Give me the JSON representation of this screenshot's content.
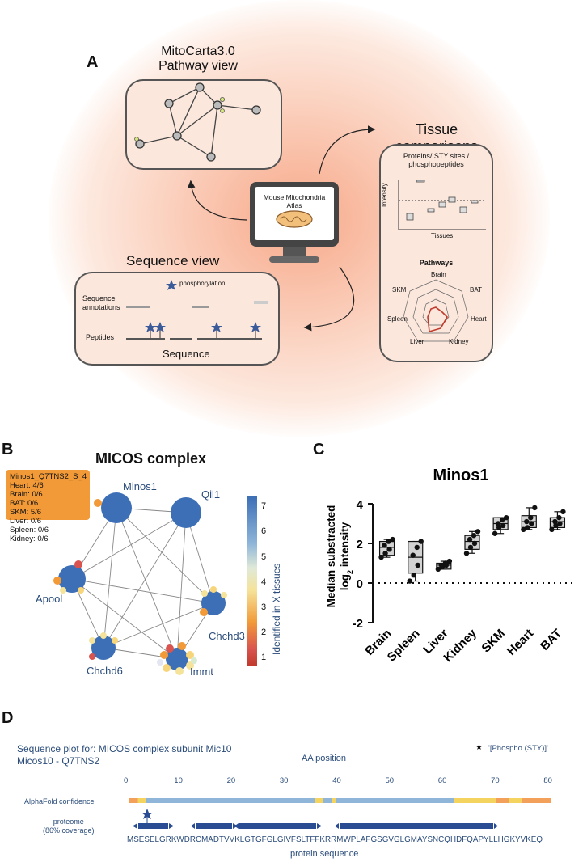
{
  "panels": {
    "a": "A",
    "b": "B",
    "c": "C",
    "d": "D"
  },
  "panel_a": {
    "pathway_title_line1": "MitoCarta3.0",
    "pathway_title_line2": "Pathway view",
    "tissue_title_line1": "Tissue",
    "tissue_title_line2": "comparisons",
    "tissue_box_title": "Proteins/ STY sites /",
    "tissue_box_title2": "phosphopeptides",
    "intensity_label": "Intensity",
    "tissues_label": "Tissues",
    "pathways_label": "Pathways",
    "radar_labels": [
      "Brain",
      "BAT",
      "Heart",
      "Kidney",
      "Liver",
      "Spleen",
      "SKM"
    ],
    "monitor_line1": "Mouse Mitochondria",
    "monitor_line2": "Atlas",
    "sequence_view_title": "Sequence view",
    "phosphorylation_label": "phosphorylation",
    "seq_annotations_line1": "Sequence",
    "seq_annotations_line2": "annotations",
    "peptides_label": "Peptides",
    "sequence_label": "Sequence"
  },
  "panel_b": {
    "title": "MICOS complex",
    "tooltip": [
      "Minos1_Q7TNS2_S_4",
      "Heart: 4/6",
      "Brain: 0/6",
      "BAT: 0/6",
      "SKM: 5/6",
      "Liver: 0/6",
      "Spleen: 0/6",
      "Kidney: 0/6"
    ],
    "nodes": [
      "Minos1",
      "Qil1",
      "Apool",
      "Chchd3",
      "Chchd6",
      "Immt"
    ],
    "colorbar_label": "Identified in X tissues",
    "colorbar_ticks": [
      "1",
      "2",
      "3",
      "4",
      "5",
      "6",
      "7"
    ]
  },
  "chart_data": {
    "type": "box",
    "title": "Minos1",
    "ylabel": "Median substracted log2 intensity",
    "ylim": [
      -2,
      4
    ],
    "yticks": [
      -2,
      0,
      2,
      4
    ],
    "categories": [
      "Brain",
      "Spleen",
      "Liver",
      "Kidney",
      "SKM",
      "Heart",
      "BAT"
    ],
    "boxes": [
      {
        "q1": 1.4,
        "median": 1.8,
        "q3": 2.1,
        "min": 1.3,
        "max": 2.2
      },
      {
        "q1": 0.5,
        "median": 1.3,
        "q3": 2.1,
        "min": 0.1,
        "max": 2.1
      },
      {
        "q1": 0.7,
        "median": 0.9,
        "q3": 1.0,
        "min": 0.7,
        "max": 1.1
      },
      {
        "q1": 1.7,
        "median": 2.1,
        "q3": 2.4,
        "min": 1.5,
        "max": 2.6
      },
      {
        "q1": 2.7,
        "median": 3.0,
        "q3": 3.3,
        "min": 2.5,
        "max": 3.3
      },
      {
        "q1": 2.8,
        "median": 3.1,
        "q3": 3.4,
        "min": 2.7,
        "max": 3.8
      },
      {
        "q1": 2.8,
        "median": 3.1,
        "q3": 3.3,
        "min": 2.7,
        "max": 3.6
      }
    ],
    "points": [
      [
        1.3,
        1.5,
        1.7,
        1.9,
        2.1,
        2.2
      ],
      [
        0.1,
        0.4,
        0.9,
        1.4,
        1.8,
        2.1
      ],
      [
        0.7,
        0.8,
        0.9,
        0.9,
        1.0,
        1.1
      ],
      [
        1.5,
        1.8,
        2.0,
        2.2,
        2.4,
        2.6
      ],
      [
        2.5,
        2.8,
        2.9,
        3.0,
        3.2,
        3.3
      ],
      [
        2.7,
        2.8,
        3.0,
        3.1,
        3.3,
        3.8
      ],
      [
        2.7,
        2.9,
        3.0,
        3.1,
        3.3,
        3.6
      ]
    ],
    "reference_line": 0
  },
  "panel_d": {
    "title_line1": "Sequence plot for: MICOS complex subunit Mic10",
    "title_line2": "Micos10 - Q7TNS2",
    "legend": "'[Phospho (STY)]'",
    "axis_title": "AA position",
    "axis_ticks": [
      "0",
      "10",
      "20",
      "30",
      "40",
      "50",
      "60",
      "70",
      "80"
    ],
    "alphafold_label": "AlphaFold confidence",
    "proteome_line1": "proteome",
    "proteome_line2": "(86% coverage)",
    "sequence": "MSESELGRKWDRCMADTVVKLGTGFGLGIVFSLTFFKRRMWPLAFGSGVGLGMAYSNCQHDFQAPYLLHGKYVKEQ",
    "sequence_axis_label": "protein sequence",
    "colors": {
      "dark_blue": "#2a4c93",
      "light_blue": "#8fb6d9",
      "yellow": "#f4d35e",
      "orange": "#f2a05a"
    }
  }
}
